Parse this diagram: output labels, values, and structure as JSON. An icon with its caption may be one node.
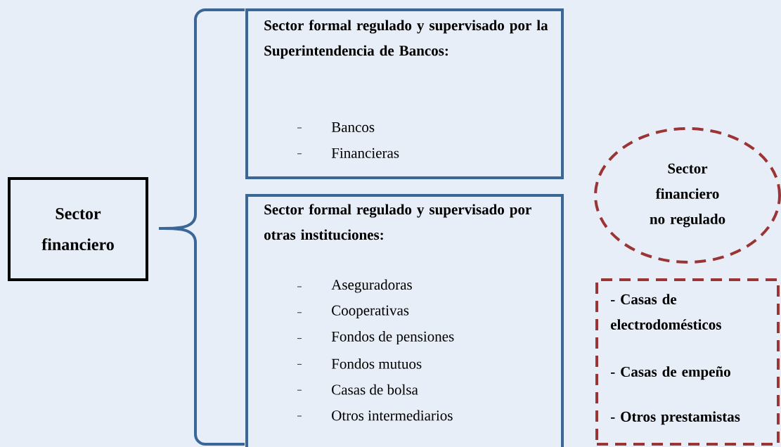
{
  "diagram": {
    "nodes": [
      {
        "text": [
          "Sector financiero"
        ]
      },
      {
        "text": [
          "Sector formal regulado y supervisado por la Superintendencia de Bancos:",
          "Bancos",
          "Financieras"
        ]
      },
      {
        "text": [
          "Sector formal regulado y supervisado por otras instituciones:",
          "Aseguradoras",
          "Cooperativas",
          "Fondos de pensiones",
          "Fondos mutuos",
          "Casas de bolsa",
          "Otros intermediarios"
        ]
      },
      {
        "text": [
          "Sector financiero no regulado"
        ]
      },
      {
        "text": [
          "- Casas de electrodomésticos",
          "- Casas de empeño",
          "- Otros prestamistas"
        ]
      }
    ]
  }
}
